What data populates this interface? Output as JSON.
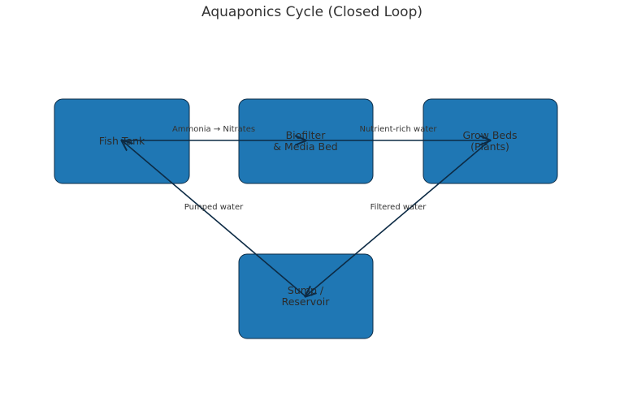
{
  "diagram": {
    "title": "Aquaponics Cycle (Closed Loop)",
    "colors": {
      "node_fill": "#1f77b4",
      "node_stroke": "#0d2b45",
      "edge": "#0d2b45",
      "text": "#333333"
    },
    "nodes": [
      {
        "id": "fish",
        "lines": [
          "Fish Tank"
        ]
      },
      {
        "id": "bio",
        "lines": [
          "Biofilter",
          "& Media Bed"
        ]
      },
      {
        "id": "grow",
        "lines": [
          "Grow Beds",
          "(Plants)"
        ]
      },
      {
        "id": "sump",
        "lines": [
          "Sump /",
          "Reservoir"
        ]
      }
    ],
    "edges": [
      {
        "from": "fish",
        "to": "bio",
        "label": "Ammonia → Nitrates"
      },
      {
        "from": "bio",
        "to": "grow",
        "label": "Nutrient-rich water"
      },
      {
        "from": "grow",
        "to": "sump",
        "label": "Filtered water"
      },
      {
        "from": "sump",
        "to": "fish",
        "label": "Pumped water"
      }
    ]
  }
}
